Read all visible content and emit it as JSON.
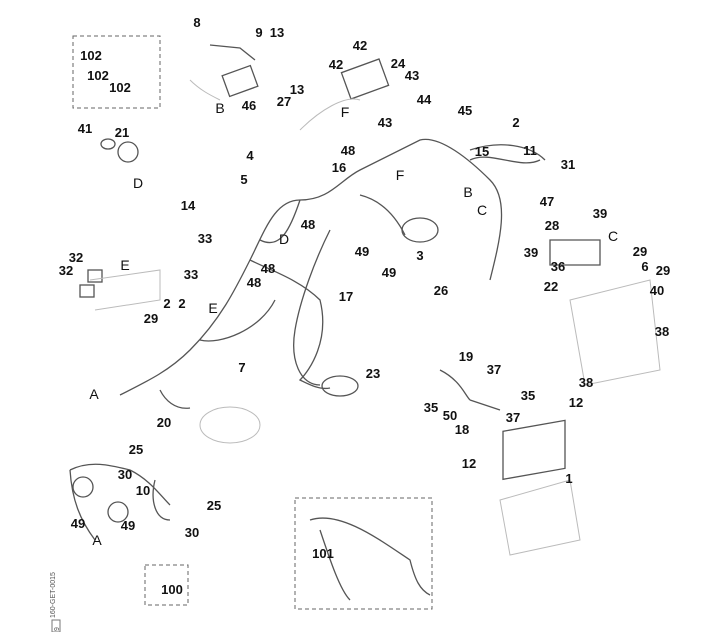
{
  "diagram": {
    "reference_code": "160-GET-0015",
    "page_marker": "9",
    "callouts": [
      "8",
      "9",
      "13",
      "13",
      "42",
      "42",
      "24",
      "43",
      "43",
      "46",
      "27",
      "B",
      "F",
      "102",
      "102",
      "102",
      "41",
      "21",
      "D",
      "44",
      "45",
      "2",
      "15",
      "11",
      "31",
      "47",
      "B",
      "C",
      "F",
      "48",
      "16",
      "4",
      "5",
      "14",
      "33",
      "D",
      "48",
      "49",
      "49",
      "3",
      "28",
      "39",
      "39",
      "C",
      "29",
      "6",
      "29",
      "36",
      "22",
      "40",
      "26",
      "32",
      "32",
      "E",
      "33",
      "48",
      "48",
      "2",
      "2",
      "E",
      "29",
      "17",
      "7",
      "23",
      "A",
      "20",
      "38",
      "38",
      "19",
      "37",
      "35",
      "35",
      "50",
      "37",
      "18",
      "12",
      "12",
      "1",
      "25",
      "30",
      "10",
      "25",
      "49",
      "49",
      "A",
      "30",
      "101",
      "100"
    ],
    "letter_callouts": [
      "A",
      "B",
      "C",
      "D",
      "E",
      "F"
    ],
    "line_color": "#555555"
  }
}
